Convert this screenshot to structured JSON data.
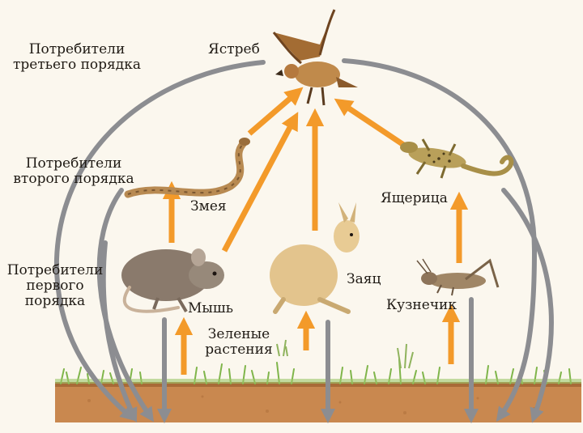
{
  "levels": {
    "third": [
      "Потребители",
      "третьего порядка"
    ],
    "second": [
      "Потребители",
      "второго порядка"
    ],
    "first": [
      "Потребители",
      "первого",
      "порядка"
    ]
  },
  "organisms": {
    "hawk": "Ястреб",
    "snake": "Змея",
    "lizard": "Ящерица",
    "mouse": "Мышь",
    "hare": "Заяц",
    "grasshopper": "Кузнечик",
    "plants": [
      "Зеленые",
      "растения"
    ]
  },
  "colors": {
    "energy_arrow": "#f39a2a",
    "decomposition_arrow": "#8c8d91",
    "soil": "#c9884f",
    "grass": "#7fb54a"
  }
}
